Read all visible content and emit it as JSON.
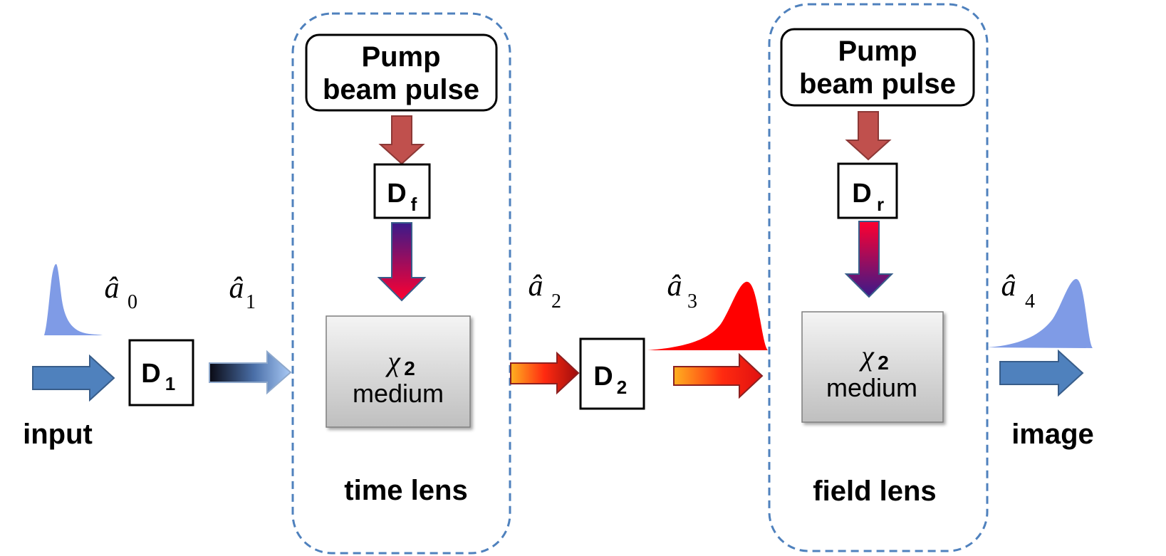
{
  "labels": {
    "input": "input",
    "image": "image",
    "time_lens": "time lens",
    "field_lens": "field lens",
    "pump_line1": "Pump",
    "pump_line2": "beam pulse",
    "medium": "medium",
    "chi": "χ",
    "chi_sub": "2",
    "D": "D",
    "D1_sub": "1",
    "D2_sub": "2",
    "Df_sub": "f",
    "Dr_sub": "r",
    "a_hat": "â",
    "a0_sub": "0",
    "a1_sub": "1",
    "a2_sub": "2",
    "a3_sub": "3",
    "a4_sub": "4"
  },
  "colors": {
    "pulse_blue": "#7f9be6",
    "arrow_blue": "#4f81bd",
    "arrow_red": "#c0504d",
    "dashed_border": "#4f81bd",
    "pulse_red": "#ff0000"
  }
}
